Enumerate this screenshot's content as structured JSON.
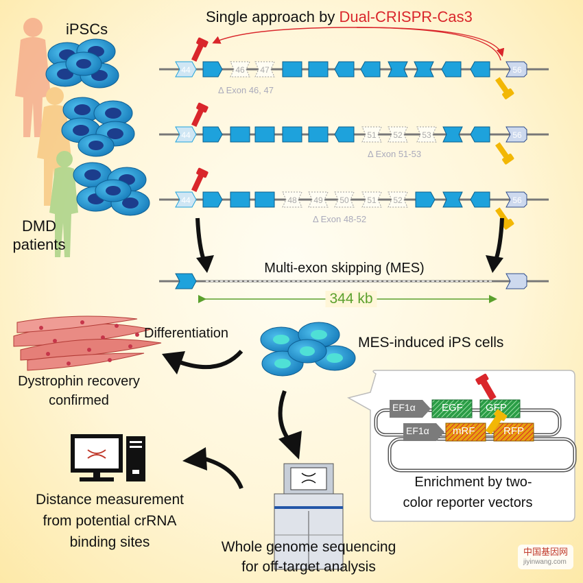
{
  "title_plain": "Single approach by ",
  "title_highlight": "Dual-CRISPR-Cas3",
  "ipscs_label": "iPSCs",
  "dmd_label_line1": "DMD",
  "dmd_label_line2": "patients",
  "exon_start": "44",
  "exon_end": "56",
  "row1": {
    "exons": [
      "46",
      "47"
    ],
    "caption": "Δ Exon 46, 47"
  },
  "row2": {
    "exons": [
      "51",
      "52",
      "53"
    ],
    "caption": "Δ Exon 51-53"
  },
  "row3": {
    "exons": [
      "48",
      "49",
      "50",
      "51",
      "52"
    ],
    "caption": "Δ Exon 48-52"
  },
  "mes_label": "Multi-exon skipping (MES)",
  "distance_label": "344 kb",
  "differentiation_label": "Differentiation",
  "mes_cells_label": "MES-induced iPS cells",
  "dystrophin_line1": "Dystrophin recovery",
  "dystrophin_line2": "confirmed",
  "reporter": {
    "promoter1": "EF1α",
    "promoter2": "EF1α",
    "egfp_left": "EGF",
    "egfp_right": "GFP",
    "mrfp_left": "mRF",
    "mrfp_right": "RFP",
    "caption_line1": "Enrichment by two-",
    "caption_line2": "color reporter vectors"
  },
  "distance_meas_line1": "Distance measurement",
  "distance_meas_line2": "from potential crRNA",
  "distance_meas_line3": "binding sites",
  "wgs_line1": "Whole genome sequencing",
  "wgs_line2": "for off-target analysis",
  "watermark_line1": "中国基因网",
  "watermark_line2": "jiyinwang.com",
  "colors": {
    "exon": "#1ea2dc",
    "accent_red": "#d9262b",
    "gRNA_yellow": "#f2b705",
    "green": "#5aa02c"
  }
}
